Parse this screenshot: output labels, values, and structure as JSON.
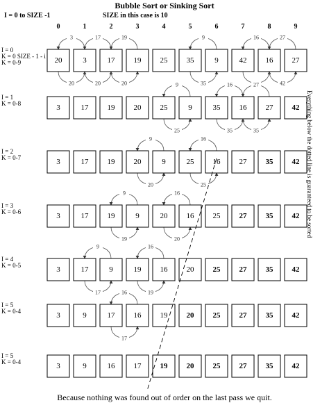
{
  "title": "Bubble Sort or Sinking Sort",
  "header_left": "I = 0 to SIZE -1",
  "header_right": "SIZE in this case is 10",
  "indices": [
    "0",
    "1",
    "2",
    "3",
    "4",
    "5",
    "6",
    "7",
    "8",
    "9"
  ],
  "rows": [
    {
      "labels": [
        "I = 0",
        "K = 0 SIZE - 1 - i",
        "K = 0-9"
      ],
      "values": [
        "20",
        "3",
        "17",
        "19",
        "25",
        "35",
        "9",
        "42",
        "16",
        "27"
      ],
      "bold": [
        false,
        false,
        false,
        false,
        false,
        false,
        false,
        false,
        false,
        false
      ],
      "top_arcs": [
        {
          "from": 0,
          "to": 1,
          "label": "3"
        },
        {
          "from": 1,
          "to": 2,
          "label": "17"
        },
        {
          "from": 2,
          "to": 3,
          "label": "19"
        },
        {
          "from": 5,
          "to": 6,
          "label": "9"
        },
        {
          "from": 7,
          "to": 8,
          "label": "16"
        },
        {
          "from": 8,
          "to": 9,
          "label": "27"
        }
      ],
      "bottom_arcs": [
        {
          "from": 0,
          "to": 1,
          "label": "20"
        },
        {
          "from": 1,
          "to": 2,
          "label": "20"
        },
        {
          "from": 2,
          "to": 3,
          "label": "20"
        },
        {
          "from": 5,
          "to": 6,
          "label": "35"
        },
        {
          "from": 7,
          "to": 8,
          "label": "42"
        },
        {
          "from": 8,
          "to": 9,
          "label": "42"
        }
      ]
    },
    {
      "labels": [
        "I = 1",
        "K = 0-8"
      ],
      "values": [
        "3",
        "17",
        "19",
        "20",
        "25",
        "9",
        "35",
        "16",
        "27",
        "42"
      ],
      "bold": [
        false,
        false,
        false,
        false,
        false,
        false,
        false,
        false,
        false,
        true
      ],
      "top_arcs": [
        {
          "from": 4,
          "to": 5,
          "label": "9"
        },
        {
          "from": 6,
          "to": 7,
          "label": "16"
        },
        {
          "from": 7,
          "to": 8,
          "label": "27"
        }
      ],
      "bottom_arcs": [
        {
          "from": 4,
          "to": 5,
          "label": "25"
        },
        {
          "from": 6,
          "to": 7,
          "label": "35"
        },
        {
          "from": 7,
          "to": 8,
          "label": "35"
        }
      ]
    },
    {
      "labels": [
        "I = 2",
        "K = 0-7"
      ],
      "values": [
        "3",
        "17",
        "19",
        "20",
        "9",
        "25",
        "16",
        "27",
        "35",
        "42"
      ],
      "bold": [
        false,
        false,
        false,
        false,
        false,
        false,
        false,
        false,
        true,
        true
      ],
      "top_arcs": [
        {
          "from": 3,
          "to": 4,
          "label": "9"
        },
        {
          "from": 5,
          "to": 6,
          "label": "16"
        }
      ],
      "bottom_arcs": [
        {
          "from": 3,
          "to": 4,
          "label": "20"
        },
        {
          "from": 5,
          "to": 6,
          "label": "25"
        }
      ]
    },
    {
      "labels": [
        "I = 3",
        "K = 0-6"
      ],
      "values": [
        "3",
        "17",
        "19",
        "9",
        "20",
        "16",
        "25",
        "27",
        "35",
        "42"
      ],
      "bold": [
        false,
        false,
        false,
        false,
        false,
        false,
        false,
        true,
        true,
        true
      ],
      "top_arcs": [
        {
          "from": 2,
          "to": 3,
          "label": "9"
        },
        {
          "from": 4,
          "to": 5,
          "label": "16"
        }
      ],
      "bottom_arcs": [
        {
          "from": 2,
          "to": 3,
          "label": "19"
        },
        {
          "from": 4,
          "to": 5,
          "label": "20"
        }
      ]
    },
    {
      "labels": [
        "I = 4",
        "K = 0-5"
      ],
      "values": [
        "3",
        "17",
        "9",
        "19",
        "16",
        "20",
        "25",
        "27",
        "35",
        "42"
      ],
      "bold": [
        false,
        false,
        false,
        false,
        false,
        false,
        true,
        true,
        true,
        true
      ],
      "top_arcs": [
        {
          "from": 1,
          "to": 2,
          "label": "9"
        },
        {
          "from": 3,
          "to": 4,
          "label": "16"
        }
      ],
      "bottom_arcs": [
        {
          "from": 1,
          "to": 2,
          "label": "17"
        },
        {
          "from": 3,
          "to": 4,
          "label": "19"
        }
      ]
    },
    {
      "labels": [
        "I = 5",
        "K = 0-4"
      ],
      "values": [
        "3",
        "9",
        "17",
        "16",
        "19",
        "20",
        "25",
        "27",
        "35",
        "42"
      ],
      "bold": [
        false,
        false,
        false,
        false,
        false,
        true,
        true,
        true,
        true,
        true
      ],
      "top_arcs": [
        {
          "from": 2,
          "to": 3,
          "label": "16"
        }
      ],
      "bottom_arcs": [
        {
          "from": 2,
          "to": 3,
          "label": "17"
        }
      ]
    },
    {
      "labels": [
        "I = 5",
        "K = 0-4"
      ],
      "values": [
        "3",
        "9",
        "16",
        "17",
        "19",
        "20",
        "25",
        "27",
        "35",
        "42"
      ],
      "bold": [
        false,
        false,
        false,
        false,
        true,
        true,
        true,
        true,
        true,
        true
      ],
      "top_arcs": [],
      "bottom_arcs": []
    }
  ],
  "side_note": "Everything below the dotted line is guaranteed to be sorted",
  "footer": "Because nothing was found out of order on the last pass we quit."
}
